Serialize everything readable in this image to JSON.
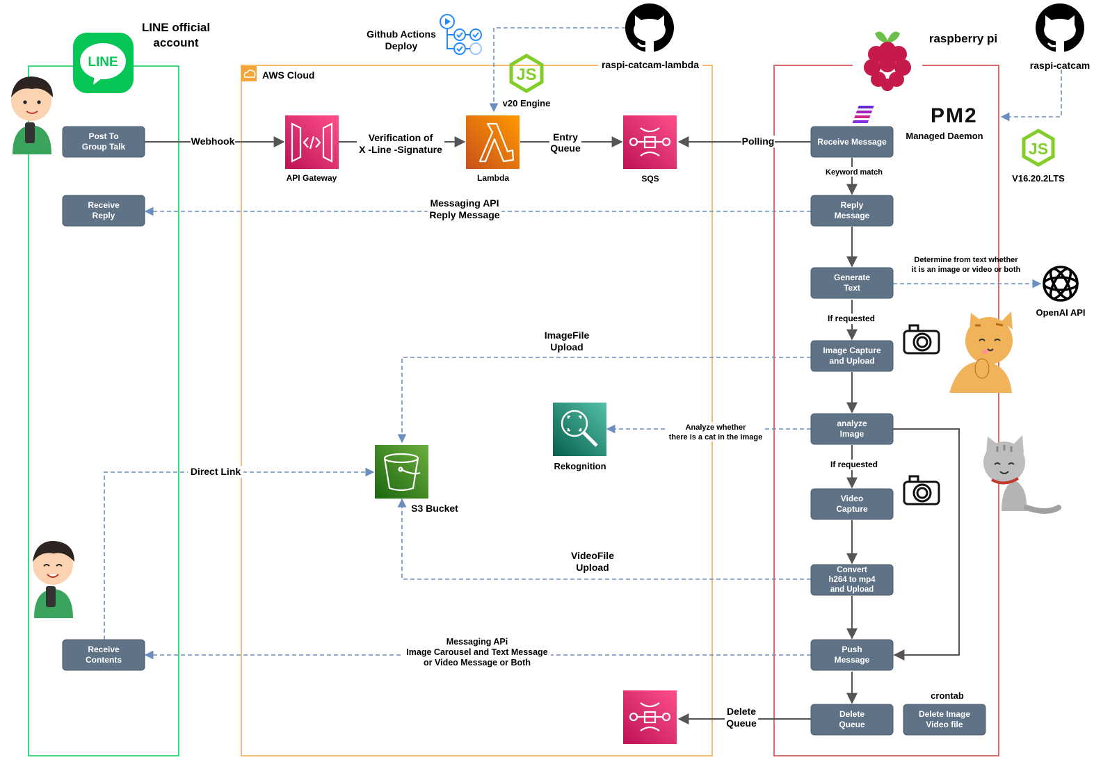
{
  "line_panel": {
    "title_line1": "LINE official",
    "title_line2": "account",
    "logo_text": "LINE",
    "post_to_group_talk": [
      "Post To",
      "Group Talk"
    ],
    "receive_reply": [
      "Receive",
      "Reply"
    ],
    "receive_contents": [
      "Receive",
      "Contents"
    ]
  },
  "aws": {
    "title": "AWS Cloud",
    "repo": "raspi-catcam-lambda",
    "api_gateway": "API Gateway",
    "lambda": "Lambda",
    "sqs": "SQS",
    "rekognition": "Rekognition",
    "s3_bucket": "S3 Bucket",
    "node_engine": "v20 Engine"
  },
  "github_actions": [
    "Github Actions",
    "Deploy"
  ],
  "pi": {
    "title": "raspberry pi",
    "repo": "raspi-catcam",
    "pm2_logo": "PM2",
    "pm2_label": "Managed Daemon",
    "node_version": "V16.20.2LTS",
    "openai_label": "OpenAI API",
    "receive_message": "Receive Message",
    "reply_message": [
      "Reply",
      "Message"
    ],
    "generate_text": [
      "Generate",
      "Text"
    ],
    "image_capture": [
      "Image Capture",
      "and Upload"
    ],
    "analyze_image": [
      "analyze",
      "Image"
    ],
    "video_capture": [
      "Video",
      "Capture"
    ],
    "convert": [
      "Convert",
      "h264 to mp4",
      "and Upload"
    ],
    "push_message": [
      "Push",
      "Message"
    ],
    "delete_queue": [
      "Delete",
      "Queue"
    ],
    "delete_image_video": [
      "Delete Image",
      "Video file"
    ],
    "crontab": "crontab"
  },
  "edges": {
    "webhook": "Webhook",
    "verification": [
      "Verification of",
      "X -Line -Signature"
    ],
    "entry_queue": [
      "Entry",
      "Queue"
    ],
    "polling": "Polling",
    "keyword_match": "Keyword match",
    "messaging_api_reply": [
      "Messaging API",
      "Reply Message"
    ],
    "determine": [
      "Determine from text whether",
      "it is an image or video or both"
    ],
    "if_requested_1": "If requested",
    "if_requested_2": "If requested",
    "imagefile_upload": [
      "ImageFile",
      "Upload"
    ],
    "analyze_whether": [
      "Analyze whether",
      "there is a cat in the image"
    ],
    "direct_link": "Direct  Link",
    "videofile_upload": [
      "VideoFile",
      "Upload"
    ],
    "messaging_api_push": [
      "Messaging APi",
      "Image Carousel and Text Message",
      "or Video Message or Both"
    ],
    "delete_queue_edge": [
      "Delete",
      "Queue"
    ]
  },
  "colors": {
    "line_green": "#06c755",
    "aws_orange": "#f2a53a",
    "pi_red": "#cc3b3b",
    "node_box": "#5f7286",
    "dashed_edge": "#6c8ebf",
    "apigw_pink": "#e7157b",
    "lambda_orange": "#ed7100",
    "rekognition_teal": "#01a88d",
    "s3_green": "#3f8624",
    "raspberry": "#c51a4a",
    "pm2_purple": "#6a27d8"
  }
}
